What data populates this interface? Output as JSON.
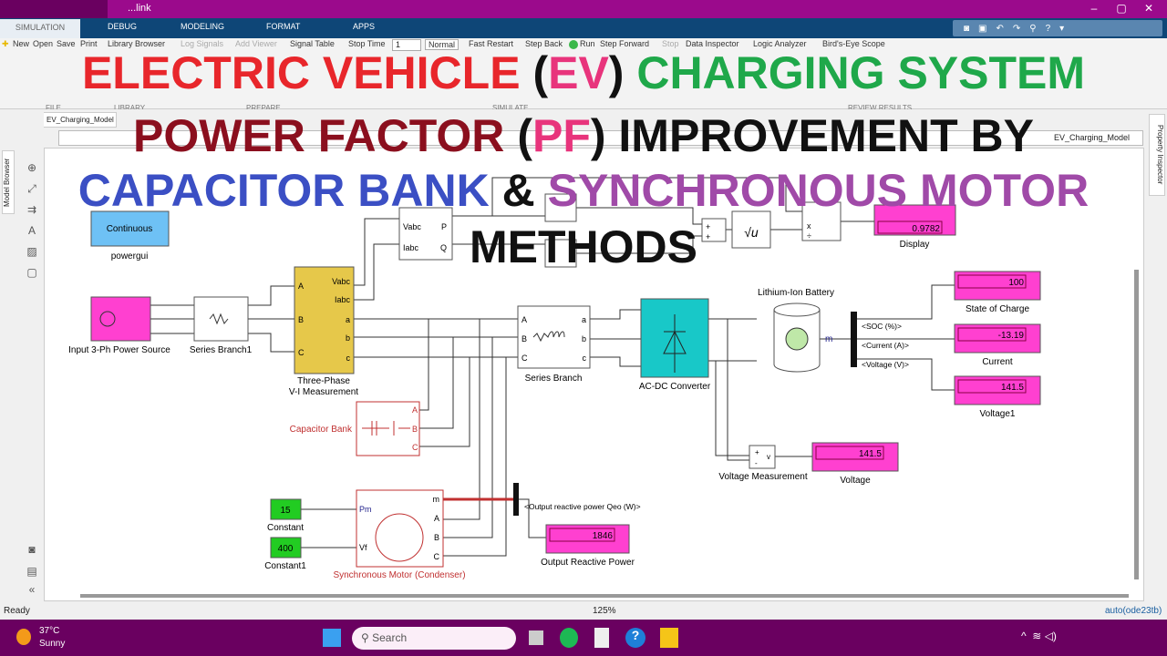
{
  "window": {
    "title": "...link",
    "min": "–",
    "max": "▢",
    "close": "✕"
  },
  "tabs": [
    "SIMULATION",
    "DEBUG",
    "MODELING",
    "FORMAT",
    "APPS"
  ],
  "ribbon": {
    "new": "New",
    "open": "Open",
    "save": "Save",
    "print": "Print",
    "library_browser": "Library Browser",
    "log_signals": "Log Signals",
    "add_viewer": "Add Viewer",
    "signal_table": "Signal Table",
    "stop_time_label": "Stop Time",
    "stop_time": "1",
    "mode": "Normal",
    "fast_restart": "Fast Restart",
    "step_back": "Step Back",
    "run": "Run",
    "step_forward": "Step Forward",
    "stop": "Stop",
    "data_inspector": "Data Inspector",
    "logic_analyzer": "Logic Analyzer",
    "birds_eye": "Bird's-Eye Scope",
    "groups": [
      "FILE",
      "LIBRARY",
      "PREPARE",
      "SIMULATE",
      "REVIEW RESULTS"
    ]
  },
  "explorer": {
    "model_tab": "EV_Charging_Model",
    "breadcrumb": "EV_Charging_Model",
    "model_browser": "Model Browser",
    "property_inspector": "Property Inspector"
  },
  "overlay": {
    "l1": [
      {
        "t": "ELECTRIC VEHICLE ",
        "c": "#e8262b"
      },
      {
        "t": "(",
        "c": "#111"
      },
      {
        "t": "EV",
        "c": "#e8347c"
      },
      {
        "t": ") ",
        "c": "#111"
      },
      {
        "t": "CHARGING SYSTEM",
        "c": "#1fa84a"
      }
    ],
    "l2": [
      {
        "t": "POWER FACTOR ",
        "c": "#8b0f1e"
      },
      {
        "t": "(",
        "c": "#111"
      },
      {
        "t": "PF",
        "c": "#e8347c"
      },
      {
        "t": ") IMPROVEMENT BY",
        "c": "#111"
      }
    ],
    "l3": [
      {
        "t": "CAPACITOR BANK ",
        "c": "#3b4fc4"
      },
      {
        "t": "& ",
        "c": "#111"
      },
      {
        "t": "SYNCHRONOUS MOTOR",
        "c": "#a04aa8"
      }
    ],
    "l4": [
      {
        "t": "METHODS",
        "c": "#111"
      }
    ]
  },
  "diagram": {
    "powergui": {
      "text": "Continuous",
      "label": "powergui"
    },
    "source": {
      "label": "Input 3-Ph Power Source"
    },
    "series_branch1": {
      "label": "Series Branch1"
    },
    "vi_meas": {
      "label1": "Three-Phase",
      "label2": "V-I Measurement",
      "in": [
        "A",
        "B",
        "C"
      ],
      "out": [
        "Vabc",
        "Iabc",
        "a",
        "b",
        "c"
      ]
    },
    "pq": {
      "in": [
        "Vabc",
        "Iabc"
      ],
      "out": [
        "P",
        "Q"
      ]
    },
    "sqrt": "√u",
    "divide": [
      "x",
      "÷"
    ],
    "sum": [
      "+",
      "+"
    ],
    "display": {
      "value": "0.9782",
      "label": "Display"
    },
    "series_branch": {
      "label": "Series Branch"
    },
    "converter": {
      "label": "AC-DC Converter"
    },
    "battery": {
      "label": "Lithium-Ion Battery",
      "port": "m"
    },
    "bus_signals": [
      "<SOC (%)>",
      "<Current (A)>",
      "<Voltage (V)>"
    ],
    "soc": {
      "value": "100",
      "label": "State of Charge"
    },
    "current": {
      "value": "-13.19",
      "label": "Current"
    },
    "voltage1": {
      "value": "141.5",
      "label": "Voltage1"
    },
    "vmeas": {
      "label": "Voltage Measurement",
      "port": "v"
    },
    "voltage": {
      "value": "141.5",
      "label": "Voltage"
    },
    "capacitor": {
      "label": "Capacitor Bank"
    },
    "motor": {
      "label": "Synchronous Motor (Condenser)",
      "ports": [
        "Pm",
        "Vf",
        "m",
        "A",
        "B",
        "C"
      ]
    },
    "constant": {
      "value": "15",
      "label": "Constant"
    },
    "constant1": {
      "value": "400",
      "label": "Constant1"
    },
    "reactive_signal": "<Output reactive power  Qeo (W)>",
    "reactive": {
      "value": "1846",
      "label": "Output Reactive Power"
    }
  },
  "status": {
    "left": "Ready",
    "zoom": "125%",
    "solver": "auto(ode23tb)"
  },
  "taskbar": {
    "temp": "37°C",
    "weather": "Sunny",
    "search": "Search"
  },
  "colors": {
    "titlebar": "#9b0a8c",
    "tabbar": "#0e4677",
    "taskbar": "#6a0060",
    "display": "#ff40d0",
    "constant": "#22cc22",
    "converter": "#18c8c8",
    "vi": "#e6c84a"
  }
}
